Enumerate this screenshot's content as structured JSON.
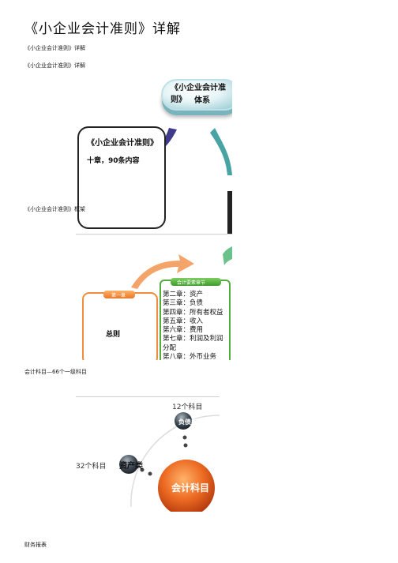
{
  "page": {
    "title": "《小企业会计准则》详解",
    "subtitle_1": "《小企业会计准则》详解",
    "subtitle_2": "《小企业会计准则》详解",
    "section_framework": "《小企业会计准则》框架",
    "section_accounts": "会计科目—66个一级科目",
    "section_reports": "财务报表"
  },
  "figure_system": {
    "pill_line1": "《小企业会计准则》",
    "pill_line2": "体系",
    "box_title": "《小企业会计准则》",
    "box_text": "十章，90条内容"
  },
  "figure_framework": {
    "left_header": "第一章",
    "left_label": "总则",
    "right_header": "会计要素章节",
    "chapters": [
      "第二章：资产",
      "第三章：负债",
      "第四章：所有者权益",
      "第五章：收入",
      "第六章：费用",
      "第七章：利润及利润",
      "分配",
      "第八章：外币业务"
    ]
  },
  "figure_accounts": {
    "count_12": "12个科目",
    "count_32": "32个科目",
    "liability_label": "负债类",
    "asset_label": "资产类",
    "center_label": "会计科目"
  },
  "colors": {
    "pill_teal": "#8ec7cf",
    "arrow_purple": "#3f3a8a",
    "arrow_teal": "#4aa3a3",
    "orange": "#ef8d3b",
    "green": "#52ad3d",
    "center_orange": "#e8591c"
  }
}
